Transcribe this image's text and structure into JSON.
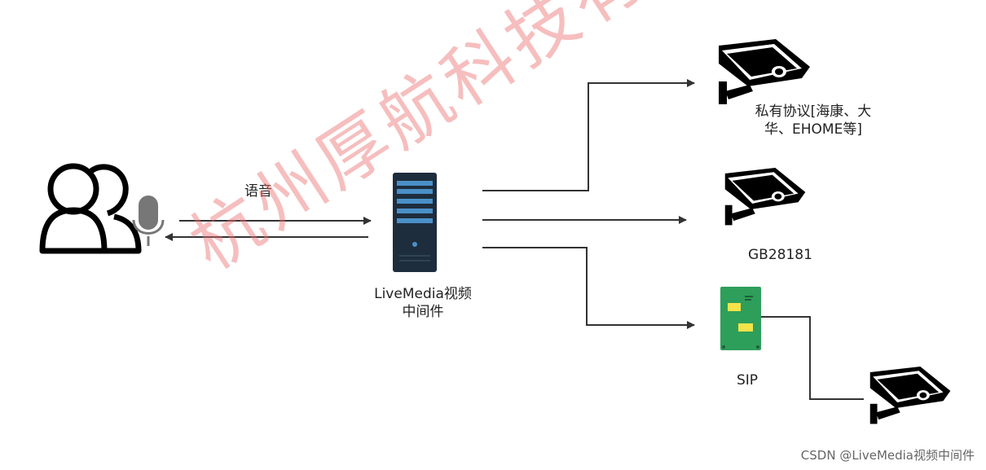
{
  "labels": {
    "voice": "语音",
    "server_line1": "LiveMedia视频",
    "server_line2": "中间件",
    "private_line1": "私有协议[海康、大",
    "private_line2": "华、EHOME等]",
    "gb": "GB28181",
    "sip": "SIP"
  },
  "watermark": "杭州厚航科技有限公司",
  "credit": "CSDN @LiveMedia视频中间件",
  "icons": [
    "users-icon",
    "microphone-icon",
    "server-icon",
    "camera-icon",
    "sip-device-icon"
  ],
  "colors": {
    "line": "#333333",
    "server_dark": "#1e2d3d",
    "server_slot": "#4a90c8",
    "board_green": "#2e9e5b",
    "board_yellow": "#f4e34a",
    "watermark": "#ec6e6e"
  }
}
